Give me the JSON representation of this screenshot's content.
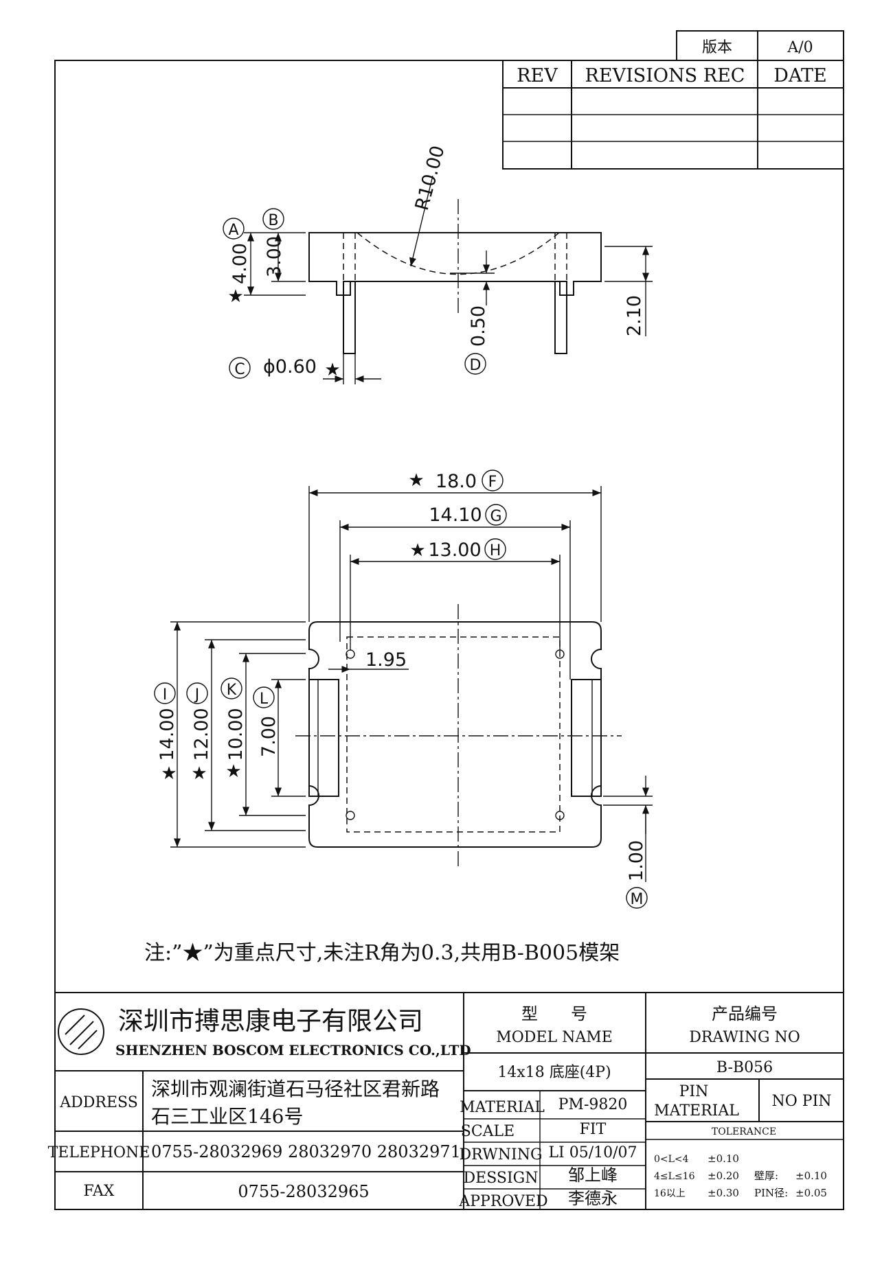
{
  "revision_table": {
    "version_label": "版本",
    "version_value": "A/0",
    "col_rev": "REV",
    "col_revisions": "REVISIONS REC",
    "col_date": "DATE"
  },
  "side_view": {
    "radius": "R10.00",
    "dim_a": "4.00",
    "dim_b": "3.00",
    "dim_c": "ϕ0.60",
    "dim_d": "0.50",
    "dim_right": "2.10"
  },
  "top_view": {
    "dim_f": "18.0",
    "dim_g": "14.10",
    "dim_h": "13.00",
    "dim_pin_offset": "1.95",
    "dim_i": "14.00",
    "dim_j": "12.00",
    "dim_k": "10.00",
    "dim_l": "7.00",
    "dim_m": "1.00"
  },
  "markers": {
    "a": "A",
    "b": "B",
    "c": "C",
    "d": "D",
    "f": "F",
    "g": "G",
    "h": "H",
    "i": "I",
    "j": "J",
    "k": "K",
    "l": "L",
    "m": "M",
    "star": "★"
  },
  "note": "注:”★”为重点尺寸,未注R角为0.3,共用B-B005模架",
  "title_block": {
    "company_cn": "深圳市搏思康电子有限公司",
    "company_en": "SHENZHEN BOSCOM ELECTRONICS CO.,LTD",
    "model_label_cn": "型　　号",
    "model_label_en": "MODEL NAME",
    "model_value": "14x18 底座(4P)",
    "drawing_label_cn": "产品编号",
    "drawing_label_en": "DRAWING NO",
    "drawing_value": "B-B056",
    "address_label": "ADDRESS",
    "address_line1": "深圳市观澜街道石马径社区君新路",
    "address_line2": "石三工业区146号",
    "telephone_label": "TELEPHONE",
    "telephone_value": "0755-28032969 28032970 28032971",
    "fax_label": "FAX",
    "fax_value": "0755-28032965",
    "material_label": "MATERIAL",
    "material_value": "PM-9820",
    "scale_label": "SCALE",
    "scale_value": "FIT",
    "drawing_by_label": "DRWNING",
    "drawing_by_value": "LI 05/10/07",
    "design_label": "DESSIGN",
    "design_value": "邹上峰",
    "approved_label": "APPROVED",
    "approved_value": "李德永",
    "pin_material_label_1": "PIN",
    "pin_material_label_2": "MATERIAL",
    "pin_material_value": "NO PIN",
    "tolerance_label": "TOLERANCE",
    "tol_row1_range": "0<L<4",
    "tol_row1_value": "±0.10",
    "tol_row2_range": "4≤L≤16",
    "tol_row2_value": "±0.20",
    "tol_row3_range": "16以上",
    "tol_row3_value": "±0.30",
    "wall_label": "壁厚:",
    "wall_value": "±0.10",
    "pin_dia_label": "PIN径:",
    "pin_dia_value": "±0.05"
  }
}
